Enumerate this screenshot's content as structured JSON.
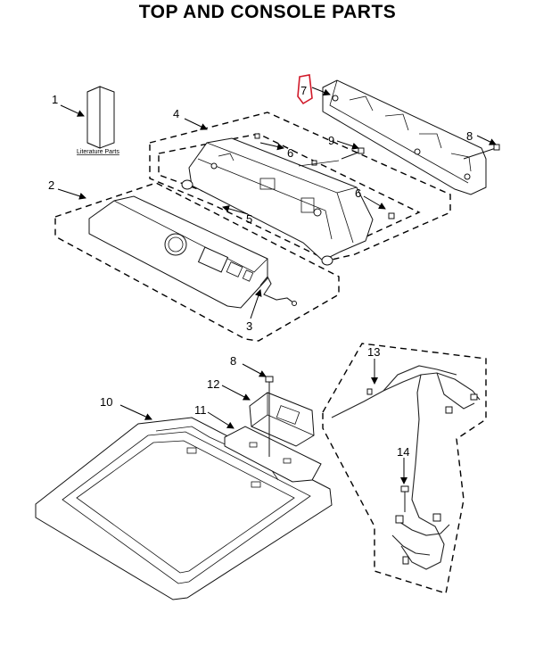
{
  "title": "TOP AND CONSOLE PARTS",
  "literature_label": "Literature Parts",
  "callouts": {
    "c1": "1",
    "c2": "2",
    "c3": "3",
    "c4": "4",
    "c5": "5",
    "c6a": "6",
    "c6b": "6",
    "c7": "7",
    "c8a": "8",
    "c8b": "8",
    "c9": "9",
    "c10": "10",
    "c11": "11",
    "c12": "12",
    "c13": "13",
    "c14": "14"
  },
  "colors": {
    "highlight": "#d11a2a",
    "line": "#000000"
  }
}
